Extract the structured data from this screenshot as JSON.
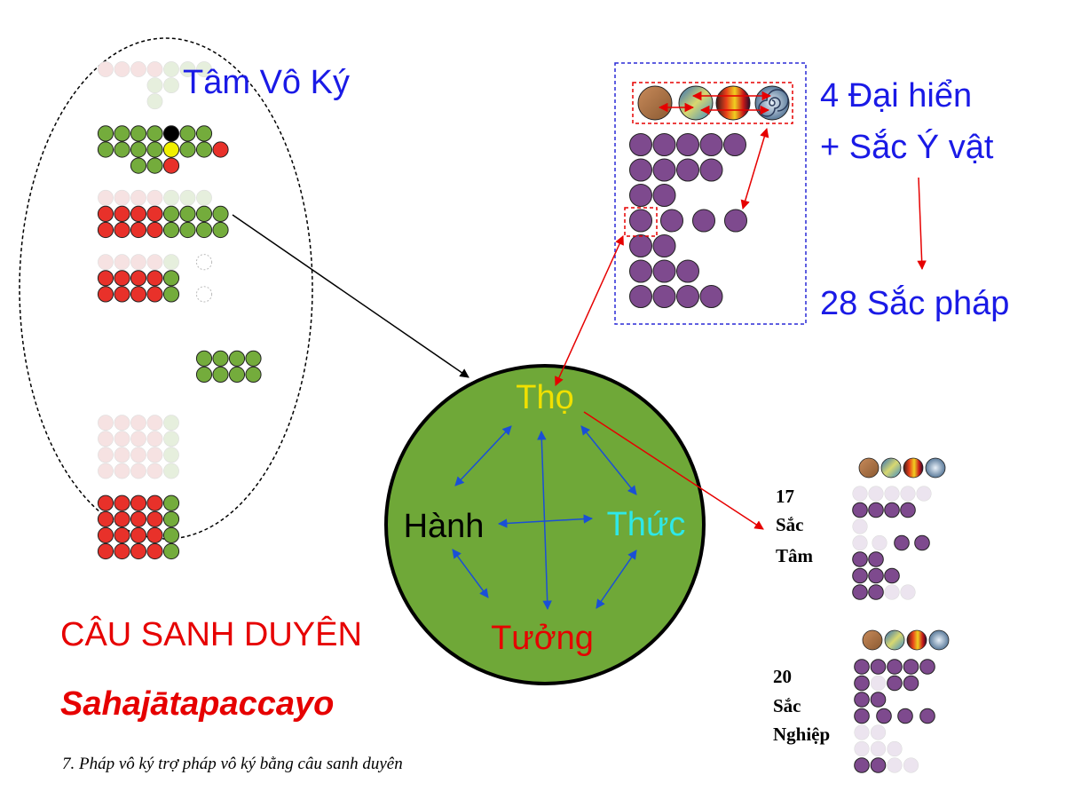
{
  "left_group": {
    "title": "Tâm Vô Ký"
  },
  "circle": {
    "top": "Thọ",
    "left": "Hành",
    "right": "Thức",
    "bottom": "Tưởng"
  },
  "matter_box": {
    "line1": "4 Đại hiển",
    "line2": "+ Sắc Ý vật",
    "result": "28 Sắc pháp"
  },
  "mind_matter": {
    "count": "17",
    "line1": "Sắc",
    "line2": "Tâm"
  },
  "kamma_matter": {
    "count": "20",
    "line1": "Sắc",
    "line2": "Nghiệp"
  },
  "heading": {
    "vn": "CÂU SANH DUYÊN",
    "pali": "Sahajātapaccayo"
  },
  "caption": "7. Pháp vô ký trợ pháp vô ký bằng câu sanh duyên",
  "colors": {
    "title_blue": "#1a1ae6",
    "heading_red": "#e60000",
    "tho_yellow": "#f0e000",
    "thuc_cyan": "#2ee8e8",
    "circle_green": "#6fa838",
    "dot_green": "#74ac3c",
    "dot_red": "#e8312a",
    "dot_purple": "#7e4a8e"
  }
}
